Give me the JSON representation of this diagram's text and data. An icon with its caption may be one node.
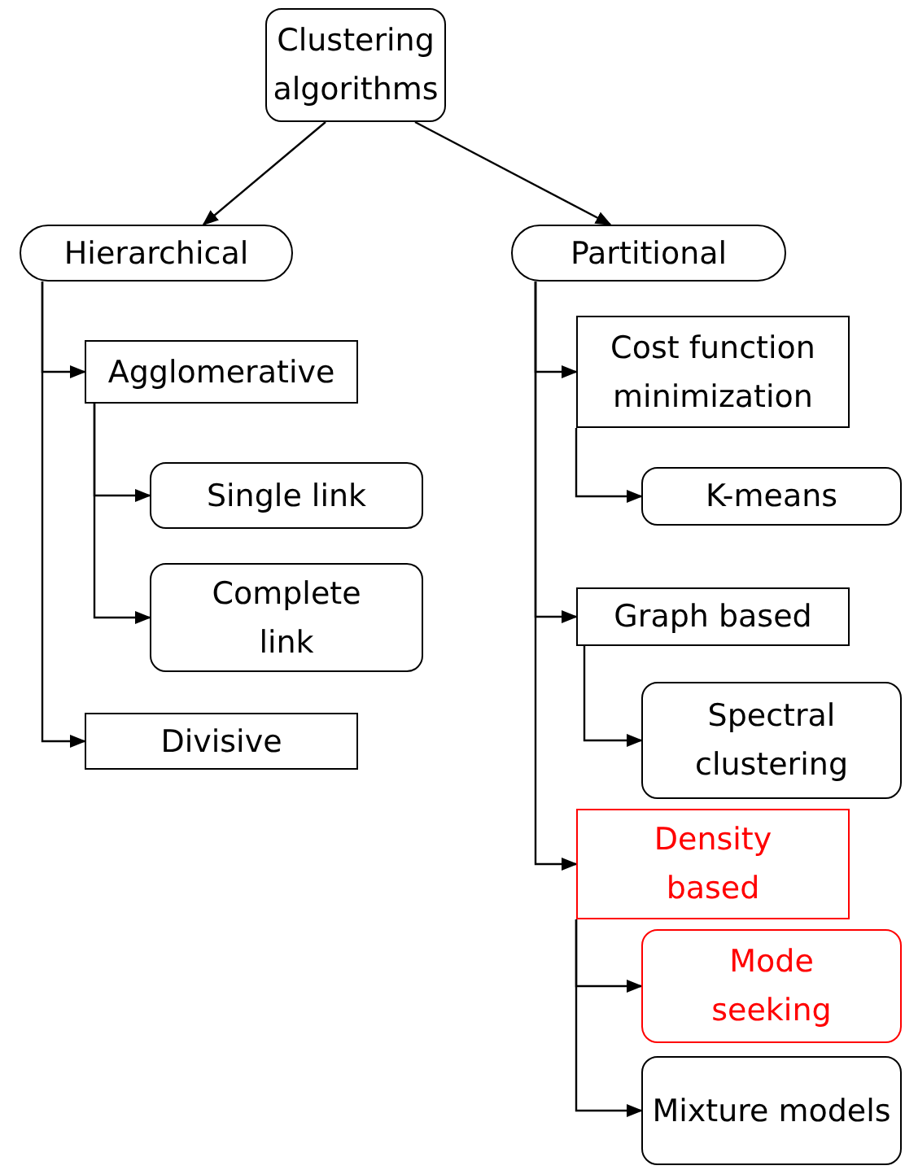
{
  "diagram": {
    "nodes": [
      {
        "text": [
          "Clustering algorithms"
        ]
      },
      {
        "text": [
          "Hierarchical"
        ]
      },
      {
        "text": [
          "Partitional"
        ]
      },
      {
        "text": [
          "Agglomerative"
        ]
      },
      {
        "text": [
          "Single link"
        ]
      },
      {
        "text": [
          "Complete link"
        ]
      },
      {
        "text": [
          "Divisive"
        ]
      },
      {
        "text": [
          "Cost function minimization"
        ]
      },
      {
        "text": [
          "K-means"
        ]
      },
      {
        "text": [
          "Graph based"
        ]
      },
      {
        "text": [
          "Spectral clustering"
        ]
      },
      {
        "text": [
          "Density based"
        ]
      },
      {
        "text": [
          "Mode seeking"
        ]
      },
      {
        "text": [
          "Mixture models"
        ]
      }
    ],
    "edges": [
      {
        "from": 0,
        "to": 1,
        "arrow": "to"
      },
      {
        "from": 0,
        "to": 2,
        "arrow": "to"
      },
      {
        "from": 1,
        "to": 3,
        "arrow": "to"
      },
      {
        "from": 1,
        "to": 6,
        "arrow": "to"
      },
      {
        "from": 3,
        "to": 4,
        "arrow": "to"
      },
      {
        "from": 3,
        "to": 5,
        "arrow": "to"
      },
      {
        "from": 2,
        "to": 7,
        "arrow": "to"
      },
      {
        "from": 2,
        "to": 9,
        "arrow": "to"
      },
      {
        "from": 2,
        "to": 11,
        "arrow": "to"
      },
      {
        "from": 7,
        "to": 8,
        "arrow": "to"
      },
      {
        "from": 9,
        "to": 10,
        "arrow": "to"
      },
      {
        "from": 11,
        "to": 12,
        "arrow": "to"
      },
      {
        "from": 11,
        "to": 13,
        "arrow": "to"
      }
    ]
  }
}
